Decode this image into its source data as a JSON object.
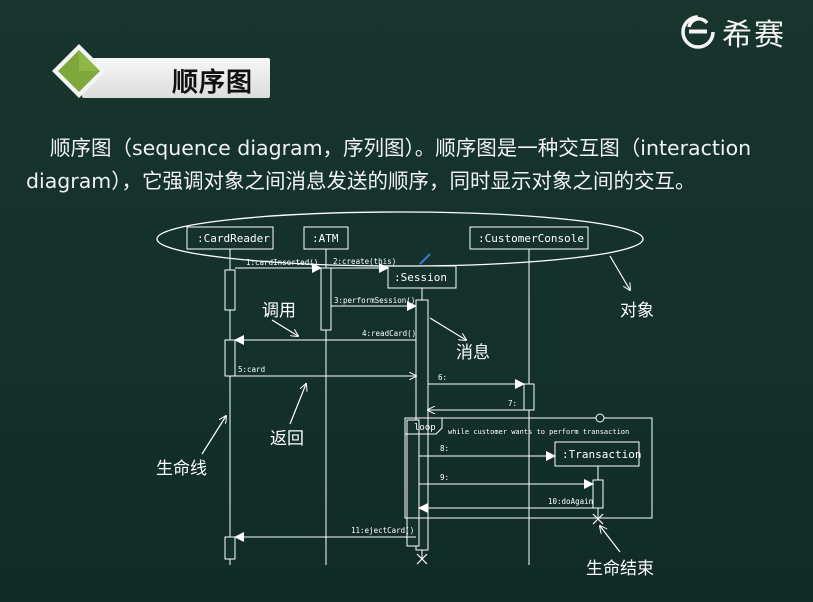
{
  "brand": {
    "name": "希赛",
    "logo_icon": "circle-e-logo-icon"
  },
  "header": {
    "title": "顺序图",
    "accent_color": "#7ea83c"
  },
  "paragraph": {
    "line1": "顺序图（sequence diagram，序列图）。顺序图是一种交互图（interaction",
    "line2": "diagram），它强调对象之间消息发送的顺序，同时显示对象之间的交互。"
  },
  "diagram": {
    "objects": {
      "cardreader": ":CardReader",
      "atm": ":ATM",
      "console": ":CustomerConsole",
      "session": ":Session",
      "transaction": ":Transaction"
    },
    "messages": {
      "m1": "1:cardInserted()",
      "m2": "2:create(this)",
      "m3": "3:performSession()",
      "m4": "4:readCard()",
      "m5": "5:card",
      "m6": "6:",
      "m7": "7:",
      "m8": "8:",
      "m9": "9:",
      "m10": "10:doAgain",
      "m11": "11:ejectCard()"
    },
    "loop": {
      "tag": "loop",
      "guard": "while customer wants to perform transaction"
    },
    "annotations": {
      "call": "调用",
      "message": "消息",
      "object": "对象",
      "return": "返回",
      "lifeline": "生命线",
      "end_of_life": "生命结束"
    }
  }
}
